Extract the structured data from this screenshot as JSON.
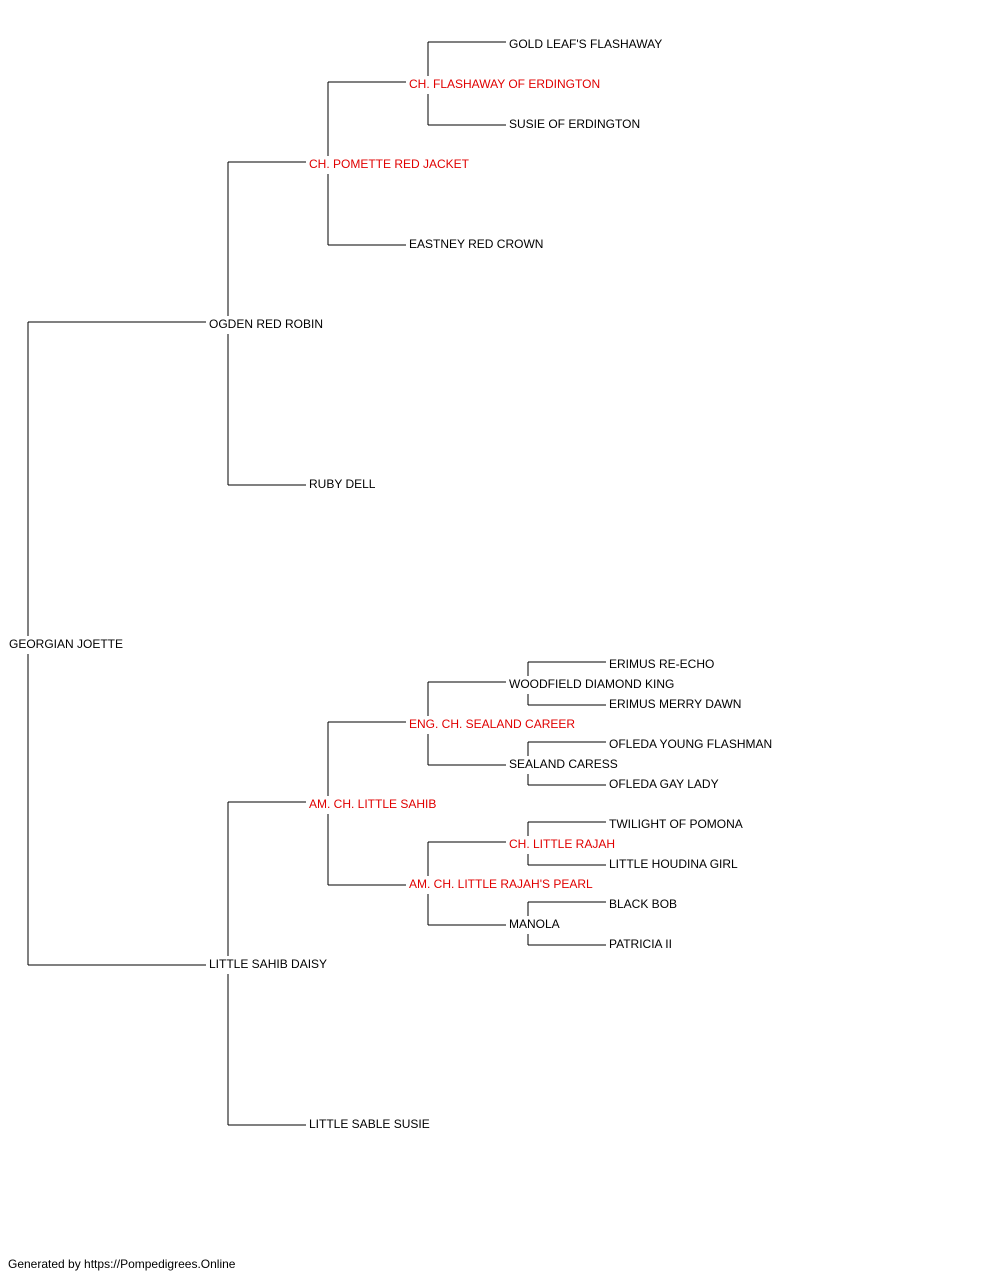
{
  "pedigree": {
    "subject": "GEORGIAN JOETTE",
    "champion_color": "#e00000",
    "line_color": "#000000",
    "sire": {
      "name": "OGDEN RED ROBIN",
      "sire": {
        "name": "CH. POMETTE RED JACKET",
        "champion": true,
        "sire": {
          "name": "CH. FLASHAWAY OF ERDINGTON",
          "champion": true,
          "sire": "GOLD LEAF'S FLASHAWAY",
          "dam": "SUSIE OF ERDINGTON"
        },
        "dam": "EASTNEY RED CROWN"
      },
      "dam": "RUBY DELL"
    },
    "dam": {
      "name": "LITTLE SAHIB DAISY",
      "sire": {
        "name": "AM. CH. LITTLE SAHIB",
        "champion": true,
        "sire": {
          "name": "ENG. CH. SEALAND CAREER",
          "champion": true,
          "sire": {
            "name": "WOODFIELD DIAMOND KING",
            "sire": "ERIMUS RE-ECHO",
            "dam": "ERIMUS MERRY DAWN"
          },
          "dam": {
            "name": "SEALAND CARESS",
            "sire": "OFLEDA YOUNG FLASHMAN",
            "dam": "OFLEDA GAY LADY"
          }
        },
        "dam": {
          "name": "AM. CH. LITTLE RAJAH'S PEARL",
          "champion": true,
          "sire": {
            "name": "CH. LITTLE RAJAH",
            "champion": true,
            "sire": "TWILIGHT OF POMONA",
            "dam": "LITTLE HOUDINA GIRL"
          },
          "dam": {
            "name": "MANOLA",
            "sire": "BLACK BOB",
            "dam": "PATRICIA II"
          }
        }
      },
      "dam": "LITTLE SABLE SUSIE"
    }
  },
  "footer": "Generated by https://Pompedigrees.Online"
}
